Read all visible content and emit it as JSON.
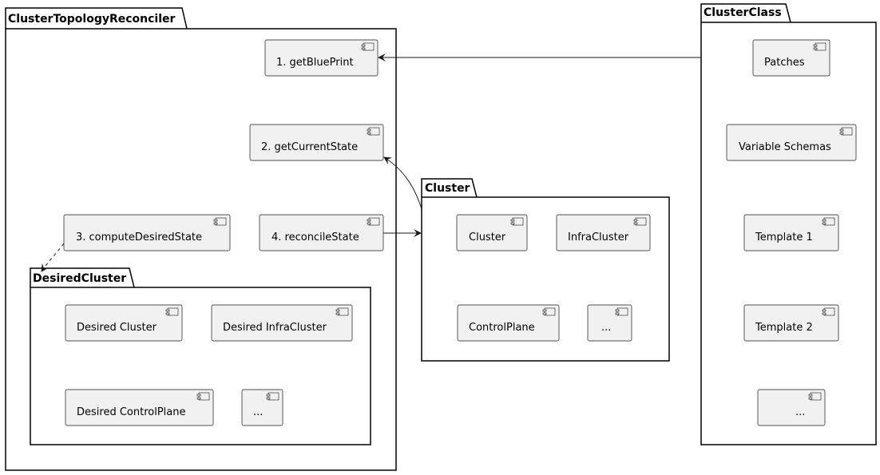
{
  "packages": {
    "reconciler": {
      "title": "ClusterTopologyReconciler"
    },
    "desired": {
      "title": "DesiredCluster"
    },
    "cluster": {
      "title": "Cluster"
    },
    "clusterclass": {
      "title": "ClusterClass"
    }
  },
  "components": {
    "get_blueprint": "1. getBluePrint",
    "get_current_state": "2. getCurrentState",
    "compute_desired_state": "3. computeDesiredState",
    "reconcile_state": "4. reconcileState",
    "desired_cluster": "Desired Cluster",
    "desired_infracluster": "Desired InfraCluster",
    "desired_controlplane": "Desired ControlPlane",
    "desired_more": "...",
    "cluster": "Cluster",
    "infracluster": "InfraCluster",
    "controlplane": "ControlPlane",
    "cluster_more": "...",
    "patches": "Patches",
    "variable_schemas": "Variable Schemas",
    "template_1": "Template 1",
    "template_2": "Template 2",
    "clusterclass_more": "..."
  },
  "icons": {
    "component": "uml-component-icon"
  }
}
